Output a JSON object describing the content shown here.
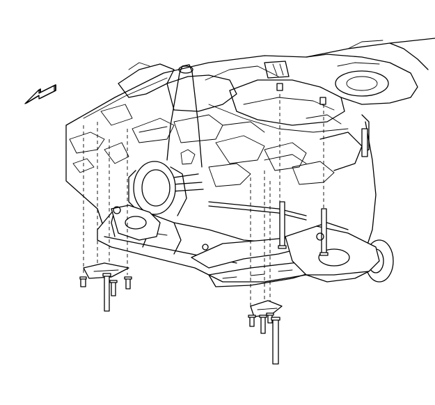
{
  "diagram": {
    "direction_arrow": "front-of-vehicle-arrow",
    "bolt_groups": [
      {
        "group": "left-mount",
        "fasteners": [
          "bolt",
          "bolt",
          "bolt",
          "bolt"
        ]
      },
      {
        "group": "right-mount",
        "fasteners": [
          "bolt",
          "bolt",
          "bolt",
          "bolt"
        ]
      }
    ]
  }
}
